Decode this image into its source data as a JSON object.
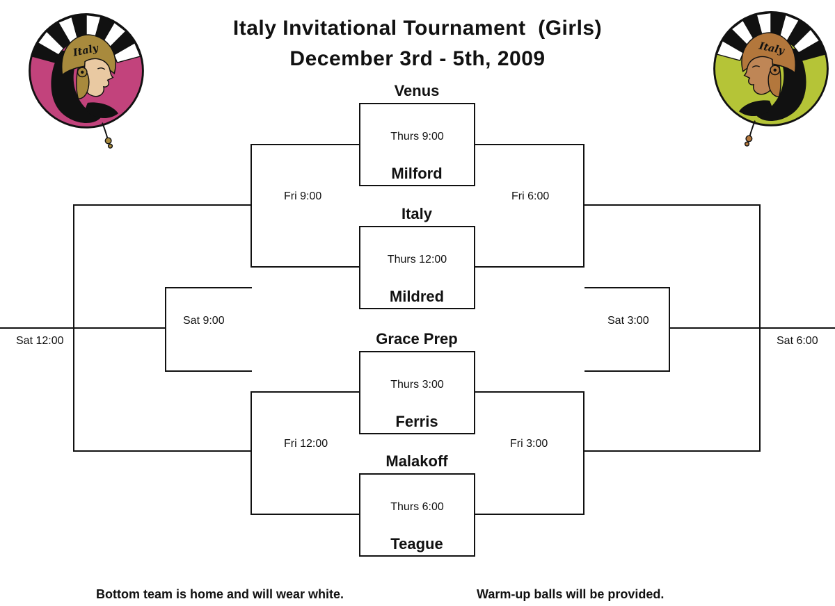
{
  "title": {
    "line1": "Italy Invitational Tournament  (Girls)",
    "line2": "December 3rd - 5th, 2009"
  },
  "round1_games": [
    {
      "top_team": "Venus",
      "time": "Thurs 9:00",
      "bottom_team": "Milford"
    },
    {
      "top_team": "Italy",
      "time": "Thurs 12:00",
      "bottom_team": "Mildred"
    },
    {
      "top_team": "Grace Prep",
      "time": "Thurs 3:00",
      "bottom_team": "Ferris"
    },
    {
      "top_team": "Malakoff",
      "time": "Thurs 6:00",
      "bottom_team": "Teague"
    }
  ],
  "left_bracket": {
    "fri_top": "Fri 9:00",
    "fri_bottom": "Fri 12:00",
    "sat_mid": "Sat 9:00",
    "sat_final": "Sat 12:00"
  },
  "right_bracket": {
    "fri_top": "Fri 6:00",
    "fri_bottom": "Fri 3:00",
    "sat_mid": "Sat 3:00",
    "sat_final": "Sat 6:00"
  },
  "footer": {
    "left_note": "Bottom team is home and will wear white.",
    "right_note": "Warm-up balls will be provided."
  },
  "logos": {
    "helmet_text": "Italy",
    "left": {
      "bg": "#c2437c",
      "skin": "#e9c9a2",
      "helmet": "#a88a3d"
    },
    "right": {
      "bg": "#b5c437",
      "skin": "#bf8656",
      "helmet": "#b3773c"
    }
  }
}
